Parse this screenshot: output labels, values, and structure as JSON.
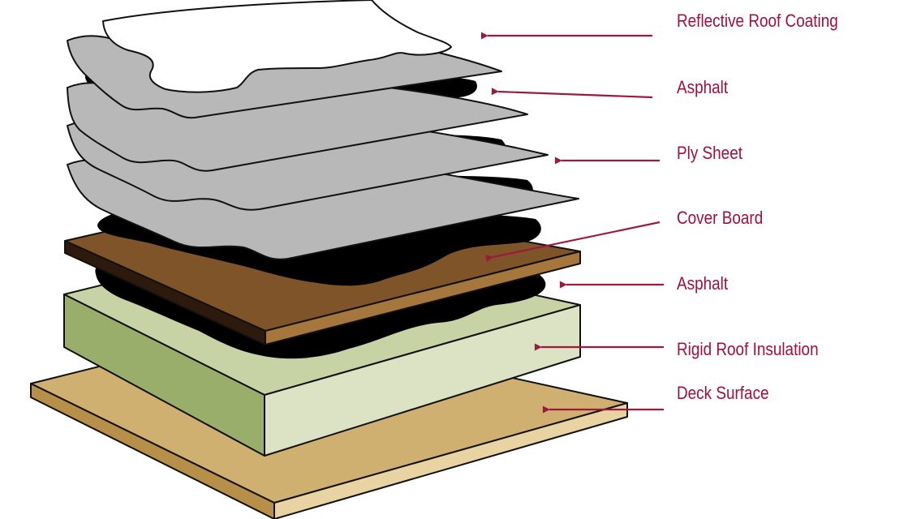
{
  "colors": {
    "label_text": "#a50e3c",
    "leader_line": "#9b1b3c",
    "outline": "#111111",
    "coating": "#ffffff",
    "ply_sheet": "#b8b8b8",
    "asphalt": "#000000",
    "cover_board_top": "#7f5428",
    "cover_board_front": "#a6773d",
    "cover_board_side": "#2e1a0d",
    "insulation_top": "#c7d2a5",
    "insulation_front": "#dbe3c4",
    "insulation_side": "#9aae6c",
    "deck_top": "#d0b071",
    "deck_front": "#e9d3a3",
    "deck_side": "#b68f48"
  },
  "layers": [
    {
      "label": "Reflective Roof Coating"
    },
    {
      "label": "Asphalt"
    },
    {
      "label": "Ply Sheet"
    },
    {
      "label": "Cover Board"
    },
    {
      "label": "Asphalt"
    },
    {
      "label": "Rigid Roof Insulation"
    },
    {
      "label": "Deck Surface"
    }
  ]
}
